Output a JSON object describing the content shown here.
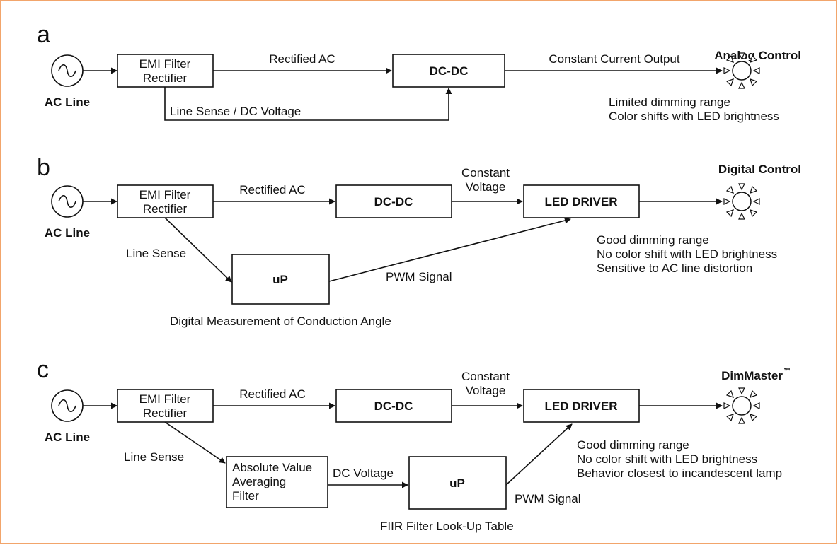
{
  "panels": [
    {
      "letter": "a",
      "title": "Analog Control",
      "source": "AC Line",
      "emi": [
        "EMI Filter",
        "Rectifier"
      ],
      "rectified": "Rectified AC",
      "dcdc": "DC-DC",
      "output": "Constant Current Output",
      "sense": "Line Sense / DC Voltage",
      "notes": [
        "Limited dimming range",
        "Color shifts with LED brightness"
      ]
    },
    {
      "letter": "b",
      "title": "Digital Control",
      "source": "AC Line",
      "emi": [
        "EMI Filter",
        "Rectifier"
      ],
      "rectified": "Rectified AC",
      "dcdc": "DC-DC",
      "cv": [
        "Constant",
        "Voltage"
      ],
      "driver": "LED DRIVER",
      "sense": "Line Sense",
      "up": "uP",
      "pwm": "PWM Signal",
      "caption": "Digital Measurement of Conduction Angle",
      "notes": [
        "Good dimming range",
        "No color shift with LED brightness",
        "Sensitive to AC line distortion"
      ]
    },
    {
      "letter": "c",
      "title": "DimMaster",
      "trademark": "™",
      "source": "AC Line",
      "emi": [
        "EMI Filter",
        "Rectifier"
      ],
      "rectified": "Rectified AC",
      "dcdc": "DC-DC",
      "cv": [
        "Constant",
        "Voltage"
      ],
      "driver": "LED DRIVER",
      "sense": "Line Sense",
      "filter": [
        "Absolute Value",
        "Averaging",
        "Filter"
      ],
      "dcv": "DC Voltage",
      "up": "uP",
      "pwm": "PWM Signal",
      "caption": "FIIR Filter Look-Up Table",
      "notes": [
        "Good dimming range",
        "No color shift with LED brightness",
        "Behavior closest to incandescent lamp"
      ]
    }
  ],
  "icons": [
    "ac-source-icon",
    "led-lamp-icon"
  ]
}
